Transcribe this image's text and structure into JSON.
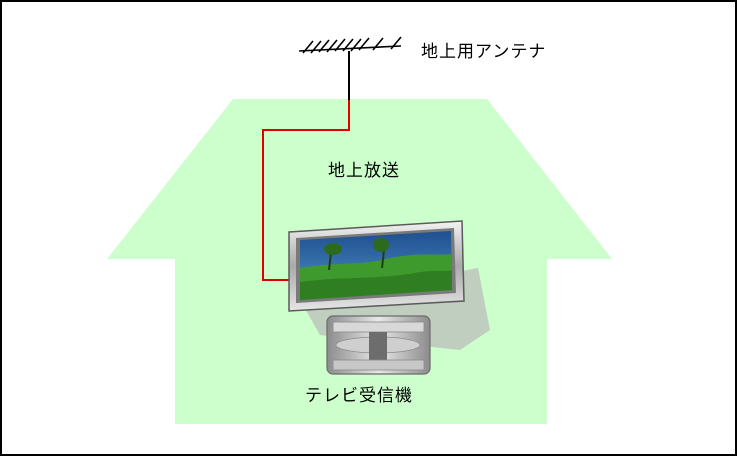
{
  "labels": {
    "antenna": "地上用アンテナ",
    "broadcast": "地上放送",
    "tv_receiver": "テレビ受信機"
  },
  "colors": {
    "house_fill": "#ccffcc",
    "cable_red": "#e00000",
    "cable_black": "#000000",
    "frame_border": "#000000"
  }
}
